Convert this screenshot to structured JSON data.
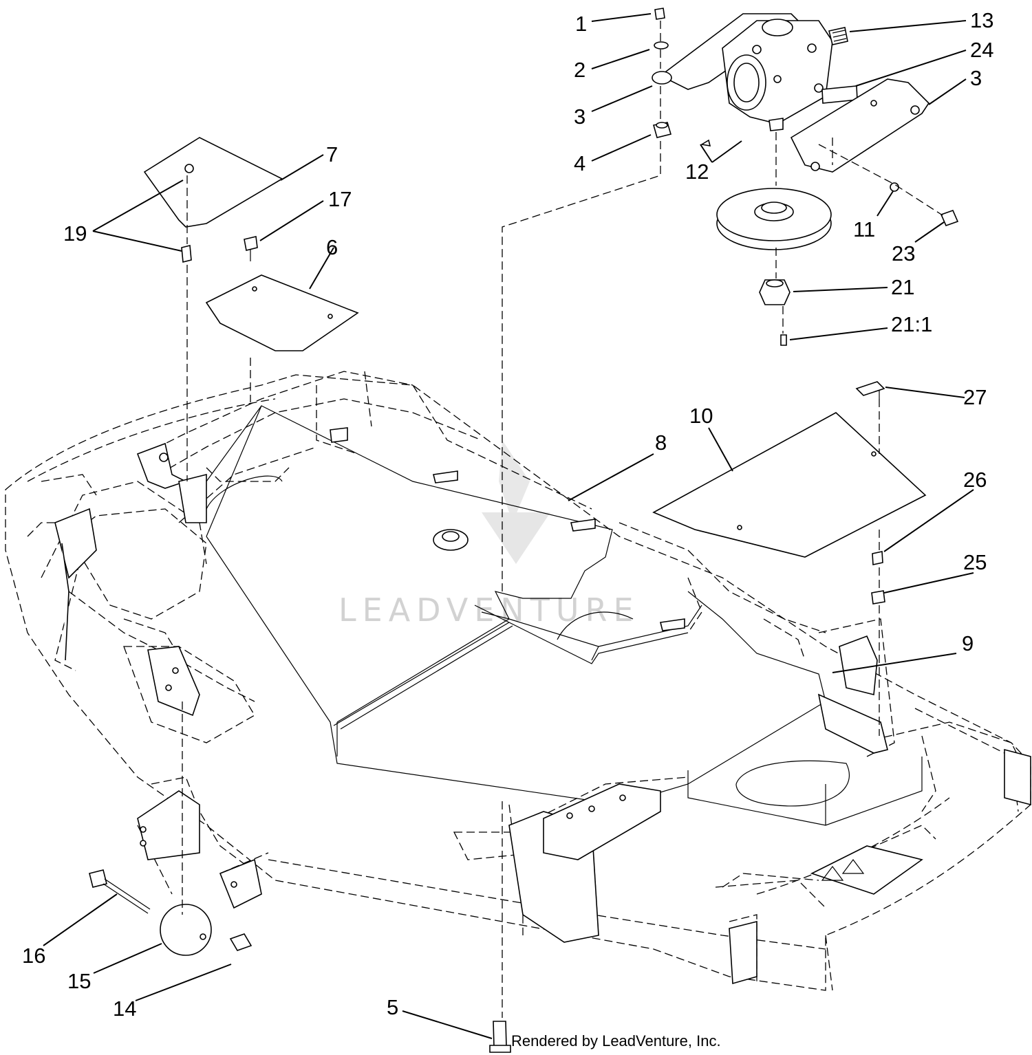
{
  "callouts": [
    {
      "id": "c1",
      "text": "1"
    },
    {
      "id": "c2",
      "text": "2"
    },
    {
      "id": "c3a",
      "text": "3"
    },
    {
      "id": "c4",
      "text": "4"
    },
    {
      "id": "c13",
      "text": "13"
    },
    {
      "id": "c24",
      "text": "24"
    },
    {
      "id": "c3b",
      "text": "3"
    },
    {
      "id": "c12",
      "text": "12"
    },
    {
      "id": "c11",
      "text": "11"
    },
    {
      "id": "c23",
      "text": "23"
    },
    {
      "id": "c21",
      "text": "21"
    },
    {
      "id": "c211",
      "text": "21:1"
    },
    {
      "id": "c7",
      "text": "7"
    },
    {
      "id": "c17",
      "text": "17"
    },
    {
      "id": "c19",
      "text": "19"
    },
    {
      "id": "c6",
      "text": "6"
    },
    {
      "id": "c27",
      "text": "27"
    },
    {
      "id": "c10",
      "text": "10"
    },
    {
      "id": "c8",
      "text": "8"
    },
    {
      "id": "c26",
      "text": "26"
    },
    {
      "id": "c25",
      "text": "25"
    },
    {
      "id": "c9",
      "text": "9"
    },
    {
      "id": "c16",
      "text": "16"
    },
    {
      "id": "c15",
      "text": "15"
    },
    {
      "id": "c14",
      "text": "14"
    },
    {
      "id": "c5",
      "text": "5"
    }
  ],
  "credit": "Rendered by LeadVenture, Inc.",
  "watermark": "LEADVENTURE"
}
